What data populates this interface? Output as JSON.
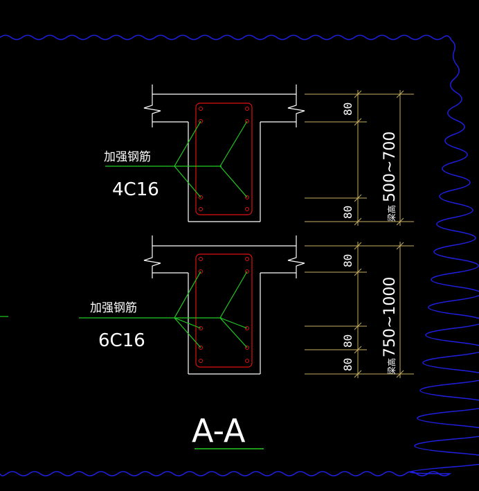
{
  "colors": {
    "background": "#000000",
    "border": "#1f1fe0",
    "concrete": "#ffffff",
    "stirrup": "#e01010",
    "rebar_leader": "#22cc22",
    "dimension": "#c8b060"
  },
  "sections": [
    {
      "label": "加强钢筋",
      "bars": "4C16",
      "dim_top": "80",
      "dim_bottom": [
        "80"
      ],
      "height_label": "梁高",
      "height_range": "500~700"
    },
    {
      "label": "加强钢筋",
      "bars": "6C16",
      "dim_top": "80",
      "dim_bottom": [
        "80",
        "80"
      ],
      "height_label": "梁高",
      "height_range": "750~1000"
    }
  ],
  "section_title": "A-A"
}
